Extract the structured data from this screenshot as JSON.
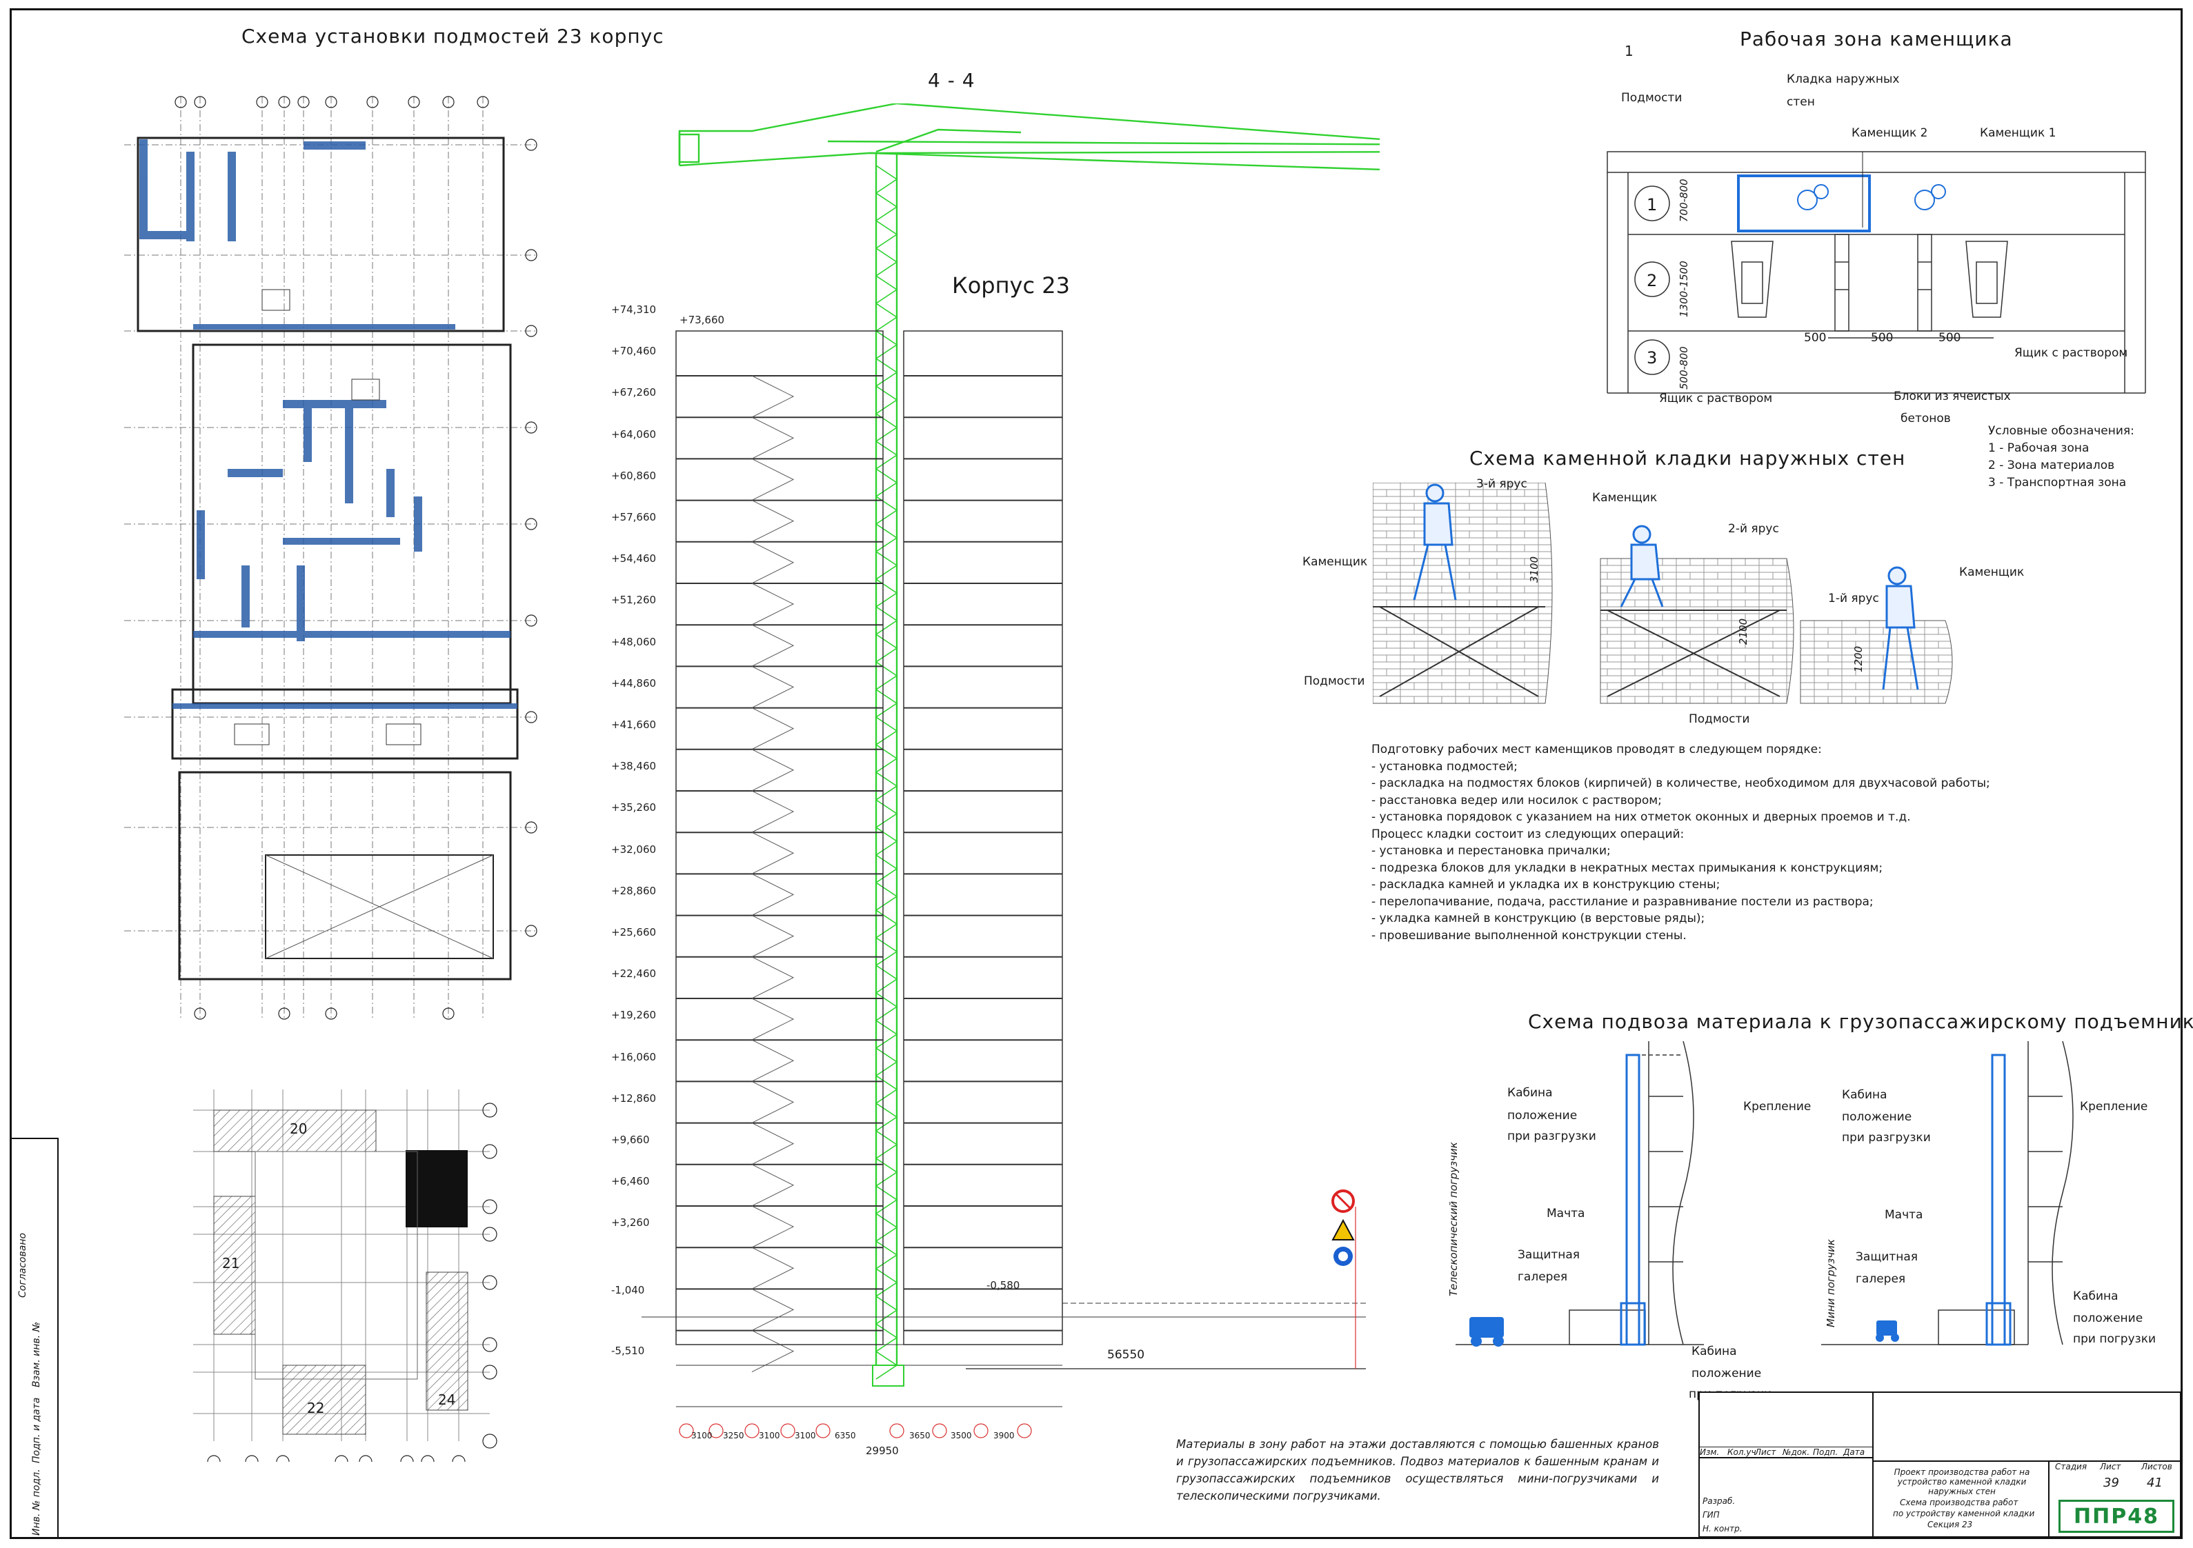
{
  "titles": {
    "plan": "Схема установки подмостей 23 корпус",
    "section": "4 - 4",
    "building": "Корпус 23",
    "work_zone": "Рабочая зона каменщика",
    "masonry": "Схема каменной кладки наружных стен",
    "delivery": "Схема подвоза материала к грузопассажирскому подъемнику"
  },
  "elevations": [
    "+74,310",
    "+70,460",
    "+67,260",
    "+64,060",
    "+60,860",
    "+57,660",
    "+54,460",
    "+51,260",
    "+48,060",
    "+44,860",
    "+41,660",
    "+38,460",
    "+35,260",
    "+32,060",
    "+28,860",
    "+25,660",
    "+22,460",
    "+19,260",
    "+16,060",
    "+12,860",
    "+9,660",
    "+6,460",
    "+3,260",
    "-1,040",
    "-5,510"
  ],
  "elev_extra": {
    "top": "+73,660",
    "ground": "-0,580"
  },
  "dimensions": {
    "total_length": "56550",
    "bays": [
      "3100",
      "3250",
      "3100",
      "3100",
      "6350",
      "3650",
      "3500",
      "3900"
    ],
    "span": "29950"
  },
  "work_zone": {
    "labels": {
      "scaffold": "Подмости",
      "outer_wall_1": "Кладка наружных",
      "outer_wall_2": "стен",
      "mason2": "Каменщик 2",
      "mason1": "Каменщик 1",
      "mortar_box_r": "Ящик с раствором",
      "mortar_box_b": "Ящик с раствором",
      "blocks_1": "Блоки из ячеистых",
      "blocks_2": "бетонов"
    },
    "zones": [
      "1",
      "2",
      "3"
    ],
    "zone_dims": [
      "700-800",
      "1300-1500",
      "500-800"
    ],
    "gaps": [
      "500",
      "500",
      "500"
    ]
  },
  "legend": {
    "title": "Условные обозначения:",
    "items": [
      "1 - Рабочая зона",
      "2 - Зона материалов",
      "3 - Транспортная зона"
    ]
  },
  "masonry": {
    "tier3": "3-й ярус",
    "tier2": "2-й ярус",
    "tier1": "1-й ярус",
    "mason": "Каменщик",
    "scaffold": "Подмости",
    "h1": "3100",
    "h2": "2100",
    "h3": "1200"
  },
  "notes": [
    "Подготовку рабочих мест каменщиков проводят в следующем порядке:",
    "- установка подмостей;",
    "- раскладка на подмостях блоков (кирпичей) в количестве, необходимом для двухчасовой работы;",
    "- расстановка ведер или носилок с раствором;",
    "- установка порядовок с указанием на них отметок оконных и дверных проемов и т.д.",
    "Процесс кладки состоит из следующих операций:",
    "- установка и перестановка причалки;",
    "- подрезка блоков для укладки в некратных местах примыкания к конструкциям;",
    "- раскладка камней и укладка их в конструкцию стены;",
    "- перелопачивание, подача, расстилание и разравнивание постели из раствора;",
    "- укладка камней в конструкцию (в верстовые ряды);",
    "- провешивание выполненной конструкции стены."
  ],
  "delivery": {
    "cabin": "Кабина",
    "unload_1": "положение",
    "unload_2": "при разгрузки",
    "load_2": "при погрузки",
    "fixing": "Крепление",
    "mast": "Мачта",
    "gallery_1": "Защитная",
    "gallery_2": "галерея",
    "telehandler": "Телескопический погрузчик",
    "miniloader": "Мини погрузчик"
  },
  "bottom_note": "Материалы в зону работ на этажи доставляются с помощью башенных кранов и грузопассажирских подъемников. Подвоз материалов к башенным кранам и грузопассажирских подъемников осуществляться мини-погрузчиками и телескопическими погрузчиками.",
  "site_plan": {
    "buildings": [
      "20",
      "21",
      "22",
      "24"
    ]
  },
  "stamp": {
    "headers": [
      "Изм.",
      "Кол.уч",
      "Лист",
      "№док.",
      "Подп.",
      "Дата"
    ],
    "roles": [
      "Разраб.",
      "ГИП",
      "Н. контр."
    ],
    "project": "Проект производства работ на устройство каменной кладки наружных стен",
    "sheet_title_1": "Схема производства работ",
    "sheet_title_2": "по устройству каменной кладки",
    "sheet_title_3": "Секция 23",
    "stage_h": "Стадия",
    "sheet_h": "Лист",
    "sheets_h": "Листов",
    "sheet": "39",
    "sheets": "41",
    "logo": "ППР48"
  },
  "side_stamp": [
    "Согласовано",
    "Взам. инв. №",
    "Подп. и дата",
    "Инв. № подл."
  ],
  "colors": {
    "crane": "#2fd12f",
    "scaffold": "#1e6fd9",
    "plan_fill": "#2a5ea8"
  }
}
